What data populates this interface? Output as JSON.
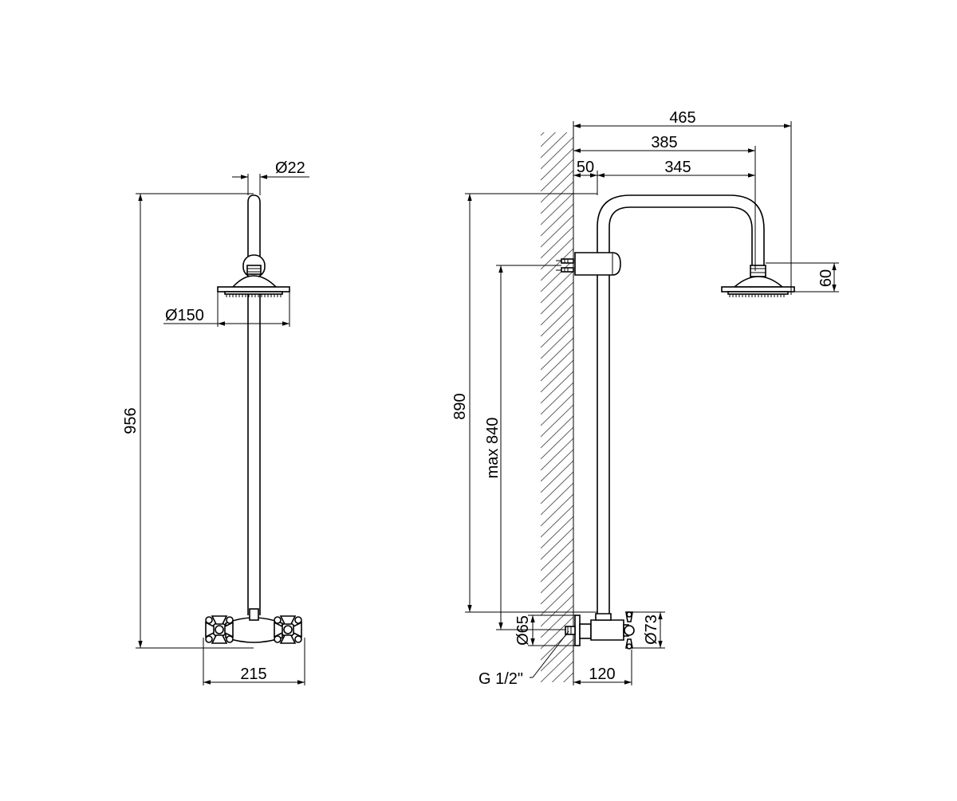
{
  "front_view": {
    "dim_height": "956",
    "dim_pipe_diameter": "Ø22",
    "dim_head_diameter": "Ø150",
    "dim_width": "215"
  },
  "side_view": {
    "dim_total_reach": "465",
    "dim_reach_385": "385",
    "dim_wall_offset": "50",
    "dim_arm_345": "345",
    "dim_head_drop": "60",
    "dim_height": "890",
    "dim_max_height": "max 840",
    "dim_flange_diameter": "Ø65",
    "dim_handle_diameter": "Ø73",
    "dim_mixer_depth": "120",
    "thread_label": "G 1/2\""
  }
}
